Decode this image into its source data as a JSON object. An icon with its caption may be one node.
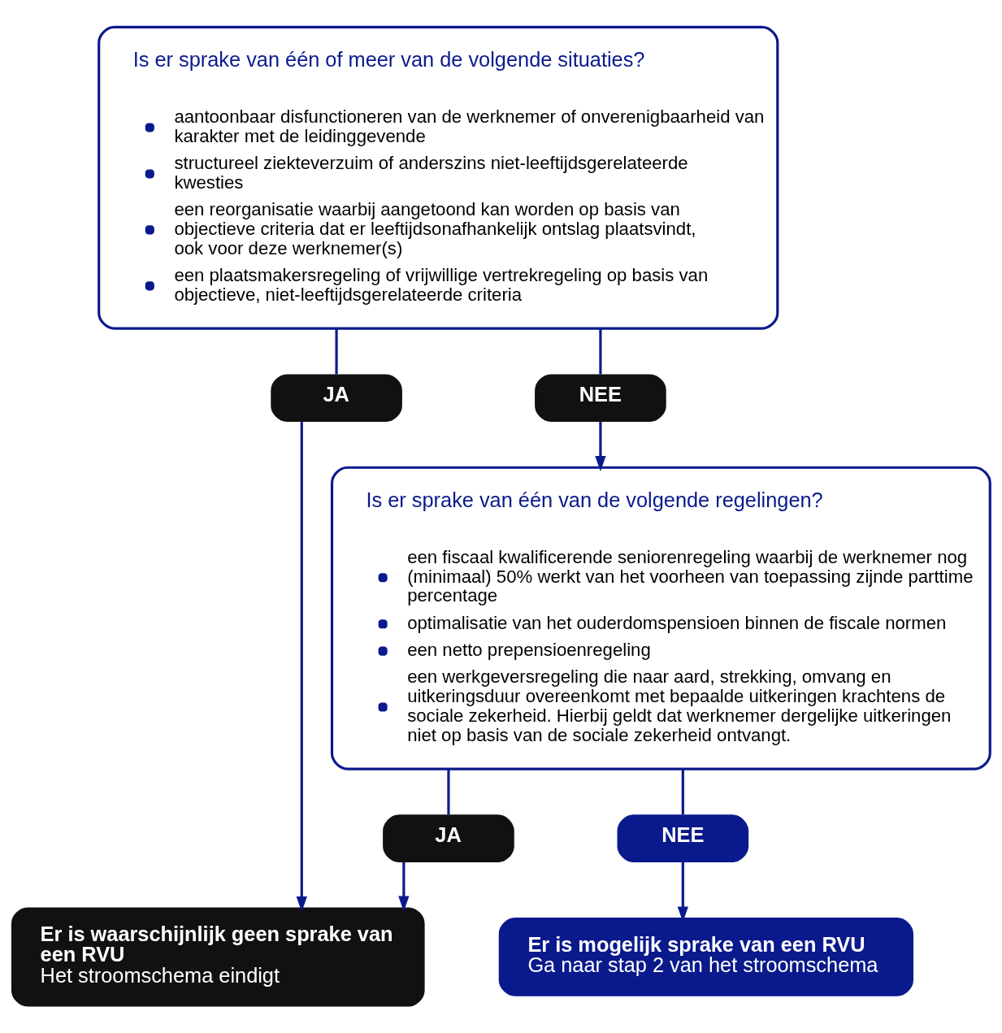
{
  "diagram": {
    "nodes": [
      {
        "text": [
          "Is er sprake van één of meer van de volgende situaties?",
          "aantoonbaar disfunctioneren van de werknemer of onverenigbaarheid van karakter met de leidinggevende",
          "structureel ziekteverzuim of anderszins niet-leeftijdsgerelateerde kwesties",
          "een reorganisatie waarbij aangetoond kan worden op basis van objectieve criteria dat er leeftijdsonafhankelijk ontslag plaatsvindt, ook voor deze werknemer(s)",
          "een plaatsmakersregeling of vrijwillige vertrekregeling op basis van objectieve, niet-leeftijdsgerelateerde criteria"
        ]
      },
      {
        "text": [
          "JA"
        ]
      },
      {
        "text": [
          "NEE"
        ]
      },
      {
        "text": [
          "Is er sprake van één van de volgende regelingen?",
          "een fiscaal kwalificerende seniorenregeling waarbij de werknemer nog (minimaal) 50% werkt van het voorheen van toepassing zijnde parttime percentage",
          "optimalisatie van het ouderdomspensioen binnen de fiscale normen",
          "een netto prepensioenregeling",
          "een werkgeversregeling die naar aard, strekking, omvang en uitkeringsduur overeenkomt met bepaalde uitkeringen krachtens de sociale zekerheid. Hierbij geldt dat werknemer dergelijke uitkeringen niet op basis van de sociale zekerheid ontvangt."
        ]
      },
      {
        "text": [
          "JA"
        ]
      },
      {
        "text": [
          "NEE"
        ]
      },
      {
        "text": [
          "Er is waarschijnlijk geen sprake van een RVU",
          "Het stroomschema eindigt"
        ]
      },
      {
        "text": [
          "Er is mogelijk sprake van een RVU",
          "Ga naar stap 2 van het stroomschema"
        ]
      }
    ],
    "edges": [
      {
        "from": 0,
        "to": 1,
        "arrow": "none"
      },
      {
        "from": 1,
        "to": 6,
        "arrow": "to"
      },
      {
        "from": 0,
        "to": 2,
        "arrow": "none"
      },
      {
        "from": 2,
        "to": 3,
        "arrow": "to"
      },
      {
        "from": 3,
        "to": 4,
        "arrow": "none"
      },
      {
        "from": 4,
        "to": 6,
        "arrow": "to"
      },
      {
        "from": 3,
        "to": 5,
        "arrow": "none"
      },
      {
        "from": 5,
        "to": 7,
        "arrow": "to"
      }
    ]
  }
}
